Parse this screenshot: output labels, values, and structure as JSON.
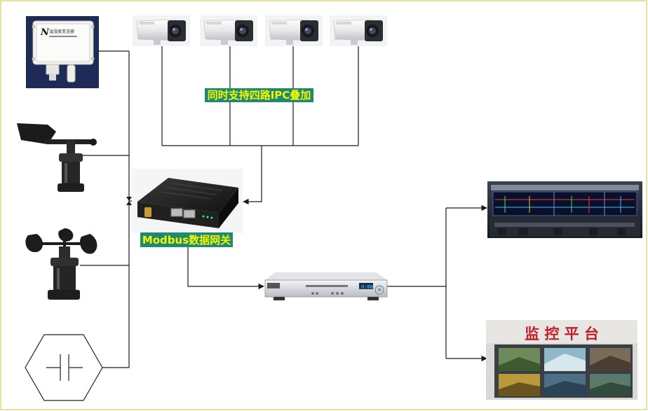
{
  "labels": {
    "ipc_overlay": "同时支持四路IPC叠加",
    "gateway": "Modbus数据网关",
    "monitor_platform": "监  控  平  台",
    "sensor_brand": "温湿度变送器"
  },
  "colors": {
    "label_bg": "#1f8a73",
    "label_text": "#f5f500",
    "line": "#1a1a1a",
    "border": "#e6d77a",
    "platform_text": "#c0202a"
  },
  "icons": {
    "sensor": "temperature-humidity-sensor-icon",
    "wind_vane": "wind-vane-icon",
    "anemometer": "anemometer-icon",
    "hex_sensor": "hexagon-sensor-icon",
    "camera": "bullet-camera-icon",
    "gateway": "modbus-gateway-icon",
    "nvr": "nvr-recorder-icon",
    "control_room": "control-room-screen-icon",
    "video_wall": "video-wall-icon"
  }
}
